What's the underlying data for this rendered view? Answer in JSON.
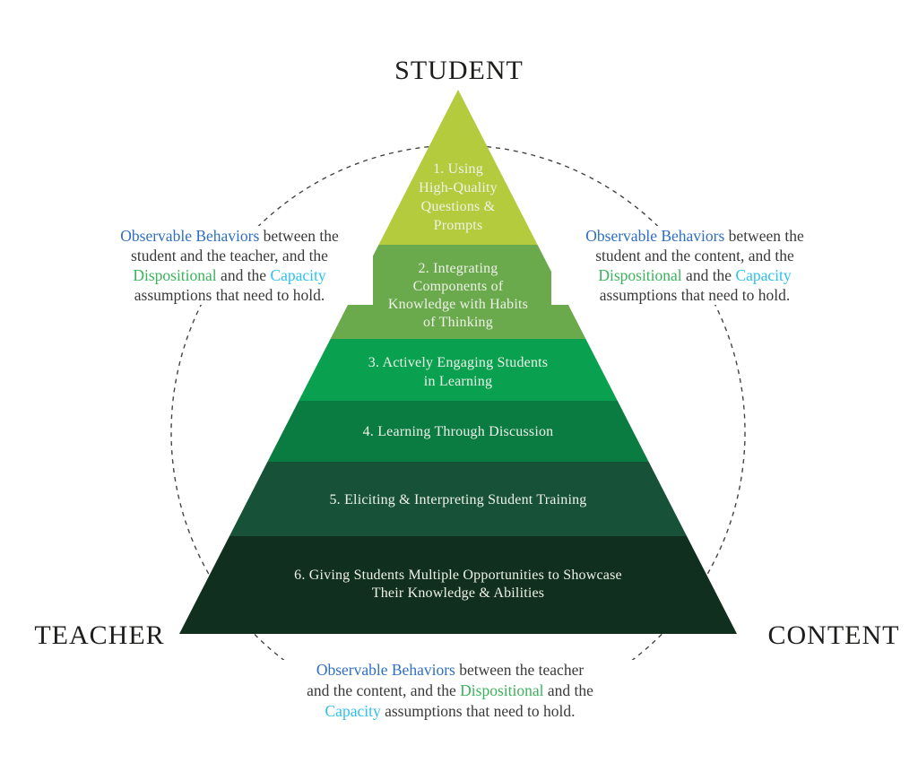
{
  "vertex_labels": {
    "top": "STUDENT",
    "bottom_left": "TEACHER",
    "bottom_right": "CONTENT"
  },
  "colors": {
    "blue": "#2e6fc2",
    "green": "#3bb35c",
    "cyan": "#2ec0ee",
    "ink": "#3a3a3a",
    "band_text": "#eef2e8",
    "circle_stroke": "#444444",
    "vertex_text": "#1d1d1b"
  },
  "pyramid": {
    "levels": [
      {
        "label": "1. Using\nHigh-Quality\nQuestions &\nPrompts",
        "color": "#b4cb3d"
      },
      {
        "label": "2. Integrating\nComponents of\nKnowledge with Habits\nof Thinking",
        "color": "#6aa94c"
      },
      {
        "label": "3. Actively Engaging Students\nin Learning",
        "color": "#09a150"
      },
      {
        "label": "4. Learning Through Discussion",
        "color": "#0a7b41"
      },
      {
        "label": "5. Eliciting & Interpreting Student Training",
        "color": "#175138"
      },
      {
        "label": "6. Giving Students Multiple Opportunities to Showcase\nTheir Knowledge & Abilities",
        "color": "#112f1e"
      }
    ]
  },
  "annotations": {
    "left": {
      "lines": [
        [
          {
            "t": "Observable Behaviors",
            "c": "blue"
          },
          {
            "t": " between the",
            "c": "ink"
          }
        ],
        [
          {
            "t": "student and the teacher, and the",
            "c": "ink"
          }
        ],
        [
          {
            "t": "Dispositional",
            "c": "green"
          },
          {
            "t": " and the ",
            "c": "ink"
          },
          {
            "t": "Capacity",
            "c": "cyan"
          }
        ],
        [
          {
            "t": "assumptions that need to hold.",
            "c": "ink"
          }
        ]
      ]
    },
    "right": {
      "lines": [
        [
          {
            "t": "Observable Behaviors",
            "c": "blue"
          },
          {
            "t": " between the",
            "c": "ink"
          }
        ],
        [
          {
            "t": "student and the content, and the",
            "c": "ink"
          }
        ],
        [
          {
            "t": "Dispositional",
            "c": "green"
          },
          {
            "t": " and the ",
            "c": "ink"
          },
          {
            "t": "Capacity",
            "c": "cyan"
          }
        ],
        [
          {
            "t": "assumptions that need to hold.",
            "c": "ink"
          }
        ]
      ]
    },
    "bottom": {
      "lines": [
        [
          {
            "t": "Observable Behaviors",
            "c": "blue"
          },
          {
            "t": " between the teacher",
            "c": "ink"
          }
        ],
        [
          {
            "t": "and the content, and the ",
            "c": "ink"
          },
          {
            "t": "Dispositional",
            "c": "green"
          },
          {
            "t": " and the",
            "c": "ink"
          }
        ],
        [
          {
            "t": "Capacity",
            "c": "cyan"
          },
          {
            "t": " assumptions that need to hold.",
            "c": "ink"
          }
        ]
      ]
    }
  }
}
